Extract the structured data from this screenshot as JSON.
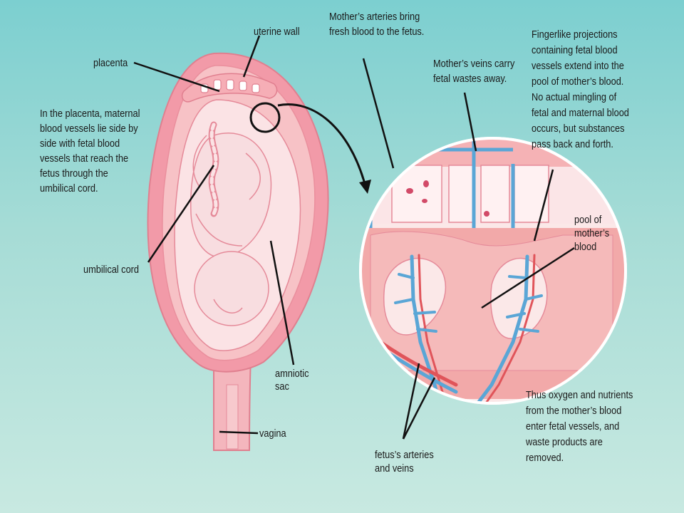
{
  "labels": {
    "uterine_wall": "uterine wall",
    "placenta": "placenta",
    "placenta_description": "In the placenta, maternal\nblood vessels lie side by\nside with fetal blood\nvessels that reach the\nfetus through the\numbilical cord.",
    "umbilical_cord": "umbilical cord",
    "amniotic_sac": "amniotic\nsac",
    "vagina": "vagina",
    "mothers_arteries": "Mother’s arteries bring\nfresh blood to the fetus.",
    "mothers_veins": "Mother’s veins carry\nfetal wastes away.",
    "fingerlike_projections": "Fingerlike projections\ncontaining fetal blood\nvessels extend into the\npool of mother’s blood.\nNo actual mingling of\nfetal and maternal blood\noccurs, but substances\npass back and forth.",
    "pool_of_blood": "pool of\nmother’s\nblood",
    "fetus_arteries_veins": "fetus’s arteries\nand veins",
    "oxygen_nutrients": "Thus oxygen and nutrients\nfrom the mother’s blood\nenter fetal vessels, and\nwaste products are\nremoved."
  },
  "colors": {
    "uterus_outer": "#f29aa8",
    "uterus_inner": "#f7c2c6",
    "fetus": "#f8dde0",
    "artery": "#e0545a",
    "vein": "#5aa6d6",
    "pool": "#f2a9a9"
  }
}
